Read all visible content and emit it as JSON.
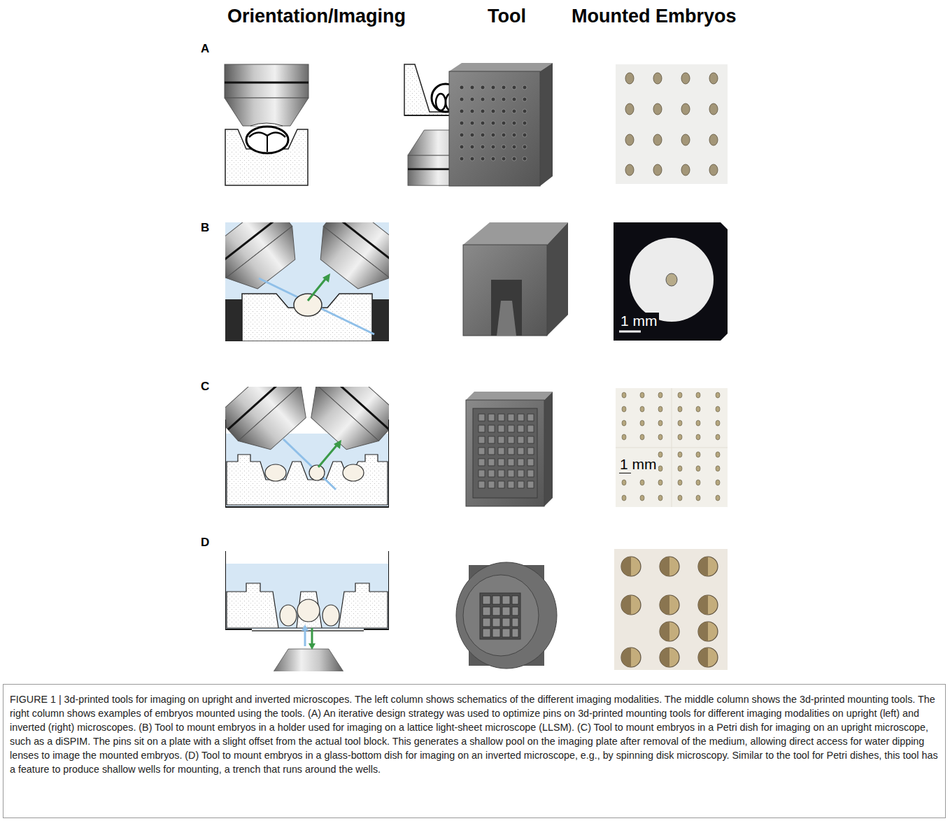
{
  "diagram": {
    "caption": "FIGURE 1 | 3d-printed tools for imaging on upright and inverted microscopes. The left column shows schematics of the different imaging modalities. The middle column shows the 3d-printed mounting tools. The right column shows examples of embryos mounted using the tools. (A) An iterative design strategy was used to optimize pins on 3d-printed mounting tools for different imaging modalities on upright (left) and inverted (right) microscopes. (B) Tool to mount embryos in a holder used for imaging on a lattice light-sheet microscope (LLSM). (C) Tool to mount embryos in a Petri dish for imaging on an upright microscope, such as a diSPIM. The pins sit on a plate with a slight offset from the actual tool block. This generates a shallow pool on the imaging plate after removal of the medium, allowing direct access for water dipping lenses to image the mounted embryos. (D) Tool to mount embryos in a glass-bottom dish for imaging on an inverted microscope, e.g., by spinning disk microscopy. Similar to the tool for Petri dishes, this tool has a feature to produce shallow wells for mounting, a trench that runs around the wells.",
    "labels": [
      "Orientation/Imaging",
      "Tool",
      "Mounted Embryos",
      "A",
      "B",
      "1 mm",
      "C",
      "1 mm",
      "D"
    ]
  }
}
